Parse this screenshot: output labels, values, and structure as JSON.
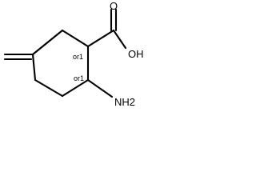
{
  "molecule": {
    "atoms": {
      "carbonyl_oxygen": "O",
      "hydroxyl": "OH",
      "amine": "NH2"
    },
    "stereo_labels": {
      "c1": "or1",
      "c2": "or1"
    }
  },
  "colors": {
    "bond": "#000000",
    "background": "#ffffff"
  }
}
